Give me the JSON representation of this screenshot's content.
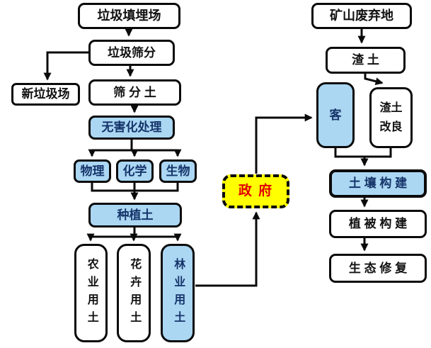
{
  "nodes": {
    "landfill": "垃圾填埋场",
    "garbage_screening": "垃圾筛分",
    "new_landfill": "新垃圾场",
    "screened_soil": "筛 分 土",
    "harmless_treatment": "无害化处理",
    "physical": "物理",
    "chemical": "化学",
    "biological": "生物",
    "planting_soil": "种植土",
    "agricultural_soil": "农业用土",
    "flower_soil": "花卉用土",
    "forestry_soil": "林业用土",
    "government": "政 府",
    "mine_wasteland": "矿山废弃地",
    "guest_soil": "客",
    "muck_soil": "渣 土",
    "muck_improvement": "渣土改良",
    "soil_construction": "土 壤 构 建",
    "vegetation_construction": "植 被 构 建",
    "ecological_restoration": "生 态 修 复"
  },
  "colors": {
    "blue_fill": "#abd7f3",
    "white_fill": "#ffffff",
    "government_fill": "#ffff00",
    "government_text": "#e00000",
    "blue_text": "#16356b",
    "text": "#111111",
    "line": "#0a0a0a"
  }
}
